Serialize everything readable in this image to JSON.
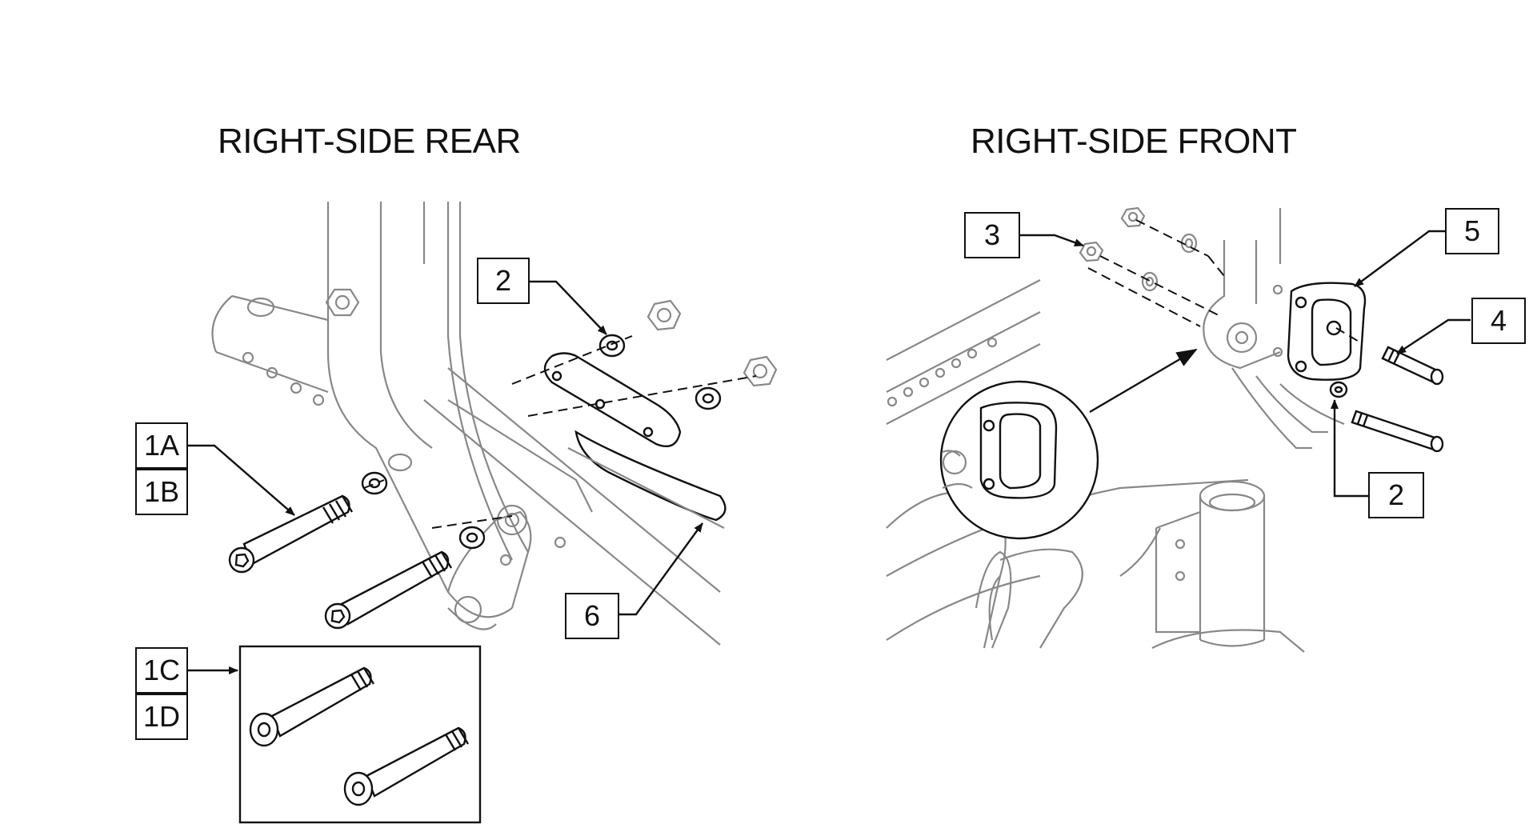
{
  "left_view": {
    "title": "RIGHT-SIDE REAR"
  },
  "right_view": {
    "title": "RIGHT-SIDE FRONT"
  },
  "callouts": {
    "left": [
      "2",
      "1A",
      "1B",
      "6",
      "1C",
      "1D"
    ],
    "right": [
      "3",
      "5",
      "4",
      "2"
    ]
  },
  "colors": {
    "line": "#111111",
    "frame": "#888888",
    "background": "#ffffff"
  }
}
